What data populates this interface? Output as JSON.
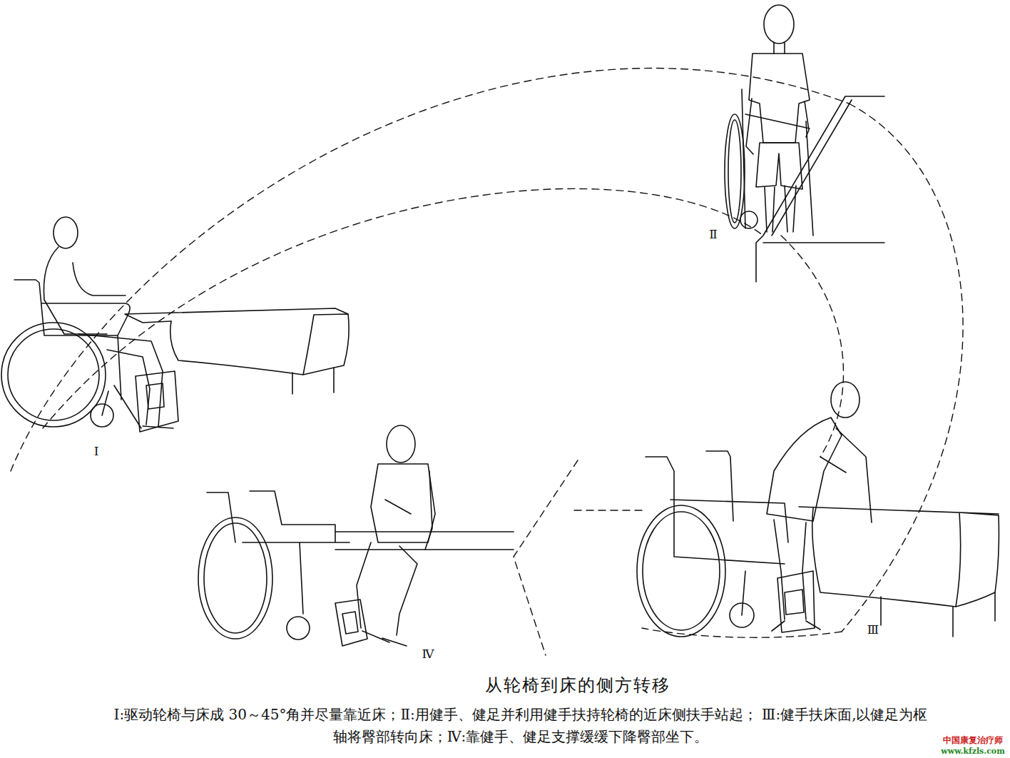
{
  "diagram": {
    "title": "从轮椅到床的侧方转移",
    "caption": "Ⅰ:驱动轮椅与床成 30～45°角并尽量靠近床；Ⅱ:用健手、健足并利用健手扶持轮椅的近床侧扶手站起； Ⅲ:健手扶床面,以健足为枢轴将臀部转向床；Ⅳ:靠健手、健足支撑缓缓下降臀部坐下。",
    "labels": [
      "Ⅰ",
      "Ⅱ",
      "Ⅲ",
      "Ⅳ",
      "中国康复治疗师",
      "www.kfzls.com"
    ]
  }
}
